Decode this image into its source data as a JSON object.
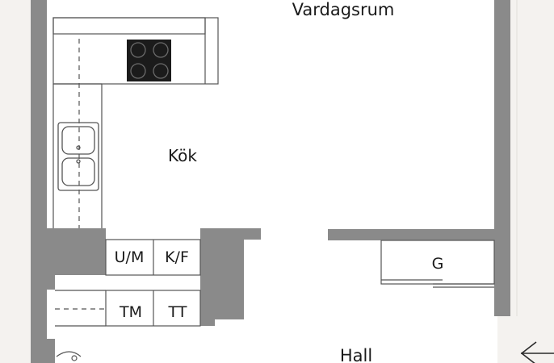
{
  "rooms": {
    "vardagsrum": "Vardagsrum",
    "kok": "Kök",
    "hall": "Hall"
  },
  "fixtures": {
    "u_m": "U/M",
    "k_f": "K/F",
    "tm": "TM",
    "tt": "TT",
    "g": "G"
  },
  "icons": {
    "entrance": "arrow-left-icon"
  },
  "colors": {
    "wall": "#8a8a8a",
    "floor": "#ffffff",
    "background": "#f4f2ef",
    "stove": "#1b1b1b",
    "lines": "#555555"
  }
}
